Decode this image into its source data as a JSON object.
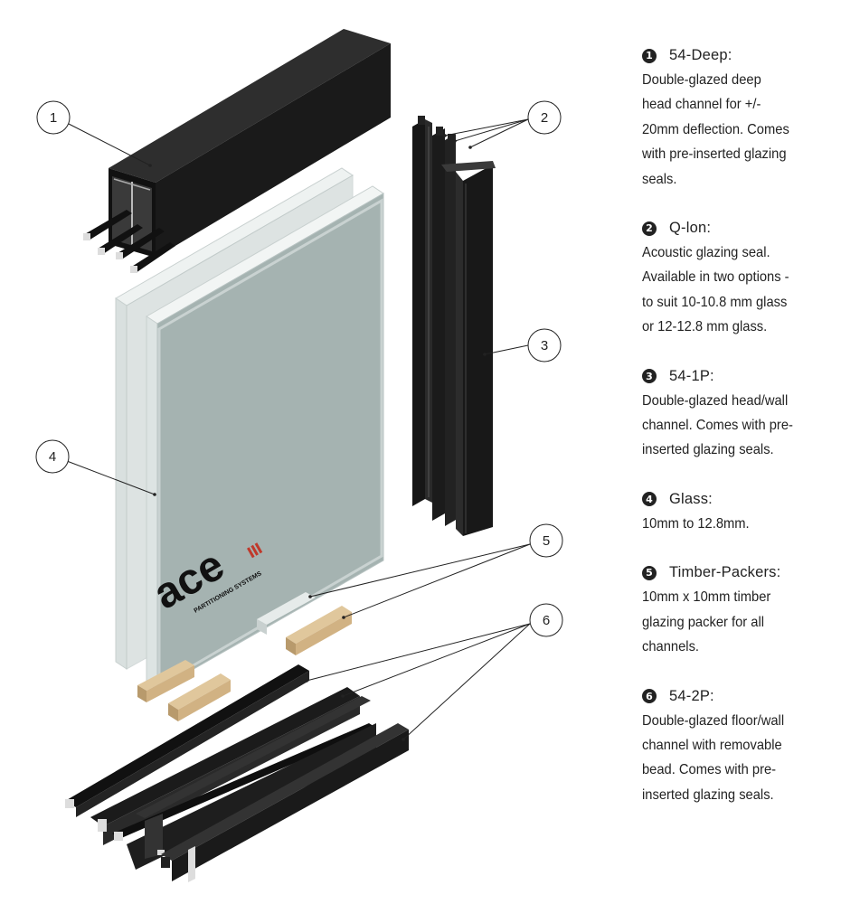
{
  "callouts": [
    "1",
    "2",
    "3",
    "4",
    "5",
    "6"
  ],
  "logo": {
    "brand": "ace",
    "tagline": "PARTITIONING SYSTEMS"
  },
  "legend": [
    {
      "num": "1",
      "title": "54-Deep:",
      "lines": [
        "Double-glazed deep",
        "head channel for +/-",
        "20mm deflection. Comes",
        "with pre-inserted glazing",
        "seals."
      ]
    },
    {
      "num": "2",
      "title": "Q-lon:",
      "lines": [
        "Acoustic glazing seal.",
        "Available in two options -",
        "to suit 10-10.8 mm glass",
        "or 12-12.8 mm glass."
      ]
    },
    {
      "num": "3",
      "title": "54-1P:",
      "lines": [
        "Double-glazed head/wall",
        "channel. Comes with pre-",
        "inserted glazing seals."
      ]
    },
    {
      "num": "4",
      "title": "Glass:",
      "lines": [
        "10mm to 12.8mm."
      ]
    },
    {
      "num": "5",
      "title": "Timber-Packers:",
      "lines": [
        "10mm x 10mm timber",
        "glazing packer for all",
        "channels."
      ]
    },
    {
      "num": "6",
      "title": "54-2P:",
      "lines": [
        "Double-glazed floor/wall",
        "channel with removable",
        "bead. Comes with pre-",
        "inserted glazing seals."
      ]
    }
  ],
  "colors": {
    "profile": "#1c1c1c",
    "profile_top": "#2b2b2b",
    "glass": "#a4b4b2",
    "glass_edge": "#d8e0df",
    "timber": "#d7bd92",
    "timber_dark": "#b89a6c"
  }
}
